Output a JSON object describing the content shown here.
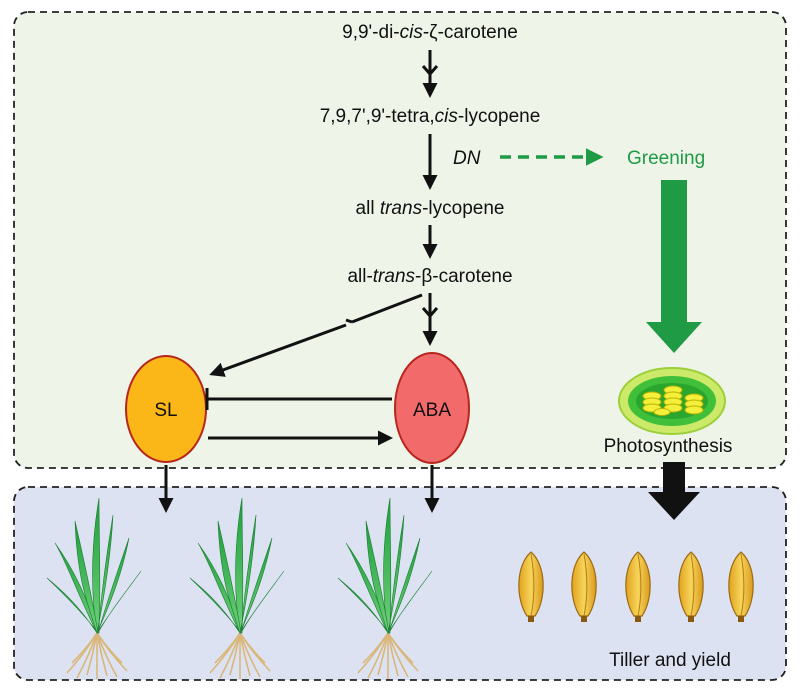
{
  "pathway": {
    "compound1": {
      "pre": "9,9'-di-",
      "em": "cis",
      "post": "-ζ-carotene"
    },
    "compound2": {
      "pre": "7,9,7',9'-tetra,",
      "em": "cis",
      "post": "-lycopene"
    },
    "compound3": {
      "pre": "all ",
      "em": "trans",
      "post": "-lycopene"
    },
    "compound4": {
      "pre": "all-",
      "em": "trans",
      "post": "-β-carotene"
    }
  },
  "gene": "DN",
  "greening": "Greening",
  "photosynthesis": "Photosynthesis",
  "hormones": {
    "sl": "SL",
    "aba": "ABA"
  },
  "outcome": "Tiller and yield",
  "plant_count": 3,
  "grain_count": 5,
  "colors": {
    "top_panel": "#eef4e8",
    "bottom_panel": "#dde2f2",
    "green_accent": "#1f9a45",
    "sl_fill": "#fbb617",
    "aba_fill": "#f26a6a",
    "leaf": "#2bb04a",
    "root": "#d9b77a",
    "grain": "#f2bf3a"
  },
  "icons": [
    "plant-icon",
    "grain-icon",
    "chloroplast-icon"
  ]
}
